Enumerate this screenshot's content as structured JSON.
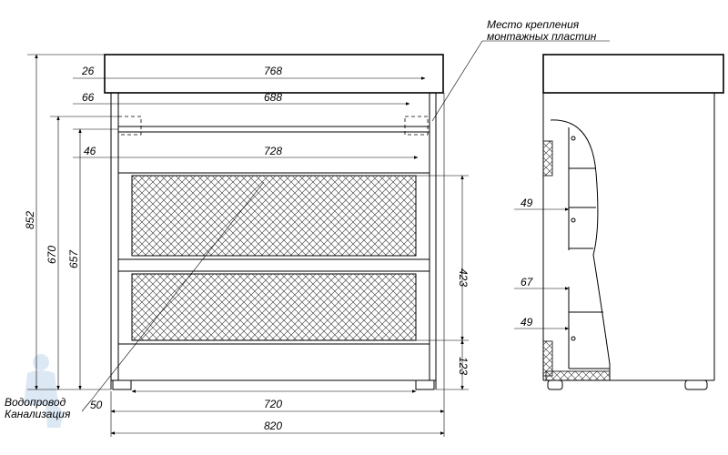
{
  "labels": {
    "mount_line1": "Место крепления",
    "mount_line2": "монтажных пластин",
    "water": "Водопровод",
    "sewer": "Канализация"
  },
  "front_dims": {
    "overall_width": "820",
    "top_width": "768",
    "top_offset": "26",
    "plate_width": "688",
    "plate_offset": "66",
    "hole_width": "728",
    "hole_offset": "46",
    "bottom_width": "720",
    "pipe_offset": "50",
    "overall_height": "852",
    "height_670": "670",
    "height_657": "657",
    "drawers_height": "423",
    "leg_height": "123"
  },
  "side_dims": {
    "d1": "49",
    "d2": "67",
    "d3": "49"
  },
  "colors": {
    "line": "#000000",
    "watermark": "#cfe0ef"
  }
}
